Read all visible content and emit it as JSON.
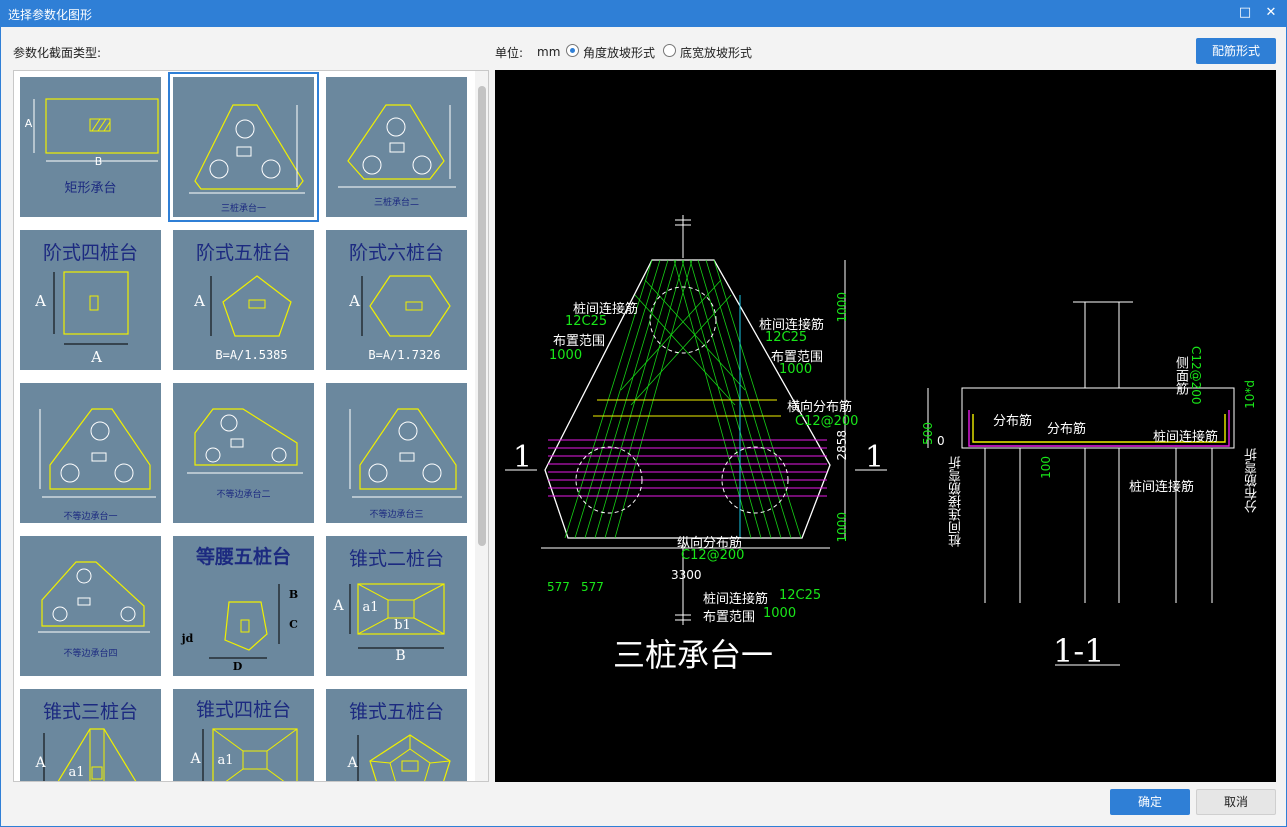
{
  "window": {
    "title": "选择参数化图形",
    "maximize_icon": "□",
    "close_icon": "✕"
  },
  "left_label": "参数化截面类型:",
  "unit_label": "单位:",
  "unit_value": "mm",
  "radio_angle": "角度放坡形式",
  "radio_width": "底宽放坡形式",
  "rebar_button": "配筋形式",
  "ok_button": "确定",
  "cancel_button": "取消",
  "shapes": [
    {
      "title": "",
      "caption": "矩形承台",
      "a": "A",
      "b": "B"
    },
    {
      "title": "",
      "caption": "三桩承台一"
    },
    {
      "title": "",
      "caption": "三桩承台二"
    },
    {
      "title": "阶式四桩台",
      "caption": "",
      "a": "A",
      "b": "A"
    },
    {
      "title": "阶式五桩台",
      "caption": "B=A/1.5385",
      "a": "A"
    },
    {
      "title": "阶式六桩台",
      "caption": "B=A/1.7326",
      "a": "A"
    },
    {
      "title": "",
      "caption": "不等边承台一"
    },
    {
      "title": "",
      "caption": "不等边承台二"
    },
    {
      "title": "",
      "caption": "不等边承台三"
    },
    {
      "title": "",
      "caption": "不等边承台四"
    },
    {
      "title": "等腰五桩台",
      "caption": "",
      "b": "B",
      "c": "C",
      "d": "D",
      "jd": "jd"
    },
    {
      "title": "锥式二桩台",
      "caption": "",
      "a": "A",
      "a1": "a1",
      "b1": "b1",
      "b": "B"
    },
    {
      "title": "锥式三桩台",
      "caption": "",
      "a": "A",
      "a1": "a1"
    },
    {
      "title": "锥式四桩台",
      "caption": "",
      "a": "A",
      "a1": "a1"
    },
    {
      "title": "锥式五桩台",
      "caption": "",
      "a": "A"
    }
  ],
  "preview": {
    "title_main": "三桩承台一",
    "title_section": "1-1",
    "section_mark": "1",
    "labels": {
      "pile_conn_1": "桩间连接筋",
      "pile_conn_1_val": "12C25",
      "range_1": "布置范围",
      "range_1_val": "1000",
      "pile_conn_2": "桩间连接筋",
      "pile_conn_2_val": "12C25",
      "range_2": "布置范围",
      "range_2_val": "1000",
      "transverse": "横向分布筋",
      "transverse_val": "C12@200",
      "longitudinal": "纵向分布筋",
      "longitudinal_val": "C12@200",
      "pile_conn_3": "桩间连接筋",
      "pile_conn_3_val": "12C25",
      "range_3": "布置范围",
      "range_3_val": "1000",
      "dim_1000_top": "1000",
      "dim_2858": "2858",
      "dim_1000_bot": "1000",
      "dim_3300": "3300",
      "dim_577a": "577",
      "dim_577b": "577",
      "sec_dist_1": "分布筋",
      "sec_dist_2": "分布筋",
      "sec_conn": "桩间连接筋",
      "sec_conn_bot": "桩间连接筋",
      "sec_side": "侧面筋",
      "sec_side_val": "C12@200",
      "sec_500": "500",
      "sec_0": "0",
      "sec_100": "100",
      "sec_bend": "桩间连接筋弯折",
      "sec_dist_bend": "分布筋弯折",
      "sec_10d": "10*d"
    }
  }
}
